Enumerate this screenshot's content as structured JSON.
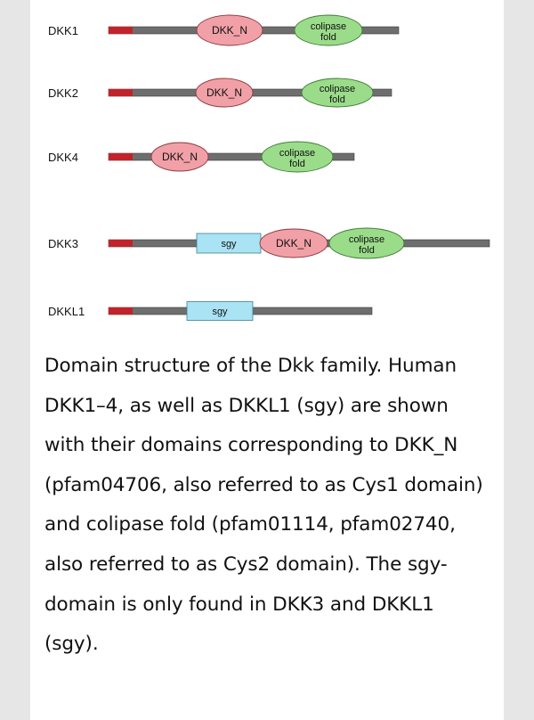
{
  "diagram": {
    "proteins": [
      {
        "name": "DKK1",
        "domains": [
          {
            "kind": "dkk_n",
            "label": "DKK_N"
          },
          {
            "kind": "colipase",
            "label": "colipase",
            "label2": "fold"
          }
        ]
      },
      {
        "name": "DKK2",
        "domains": [
          {
            "kind": "dkk_n",
            "label": "DKK_N"
          },
          {
            "kind": "colipase",
            "label": "colipase",
            "label2": "fold"
          }
        ]
      },
      {
        "name": "DKK4",
        "domains": [
          {
            "kind": "dkk_n",
            "label": "DKK_N"
          },
          {
            "kind": "colipase",
            "label": "colipase",
            "label2": "fold"
          }
        ]
      },
      {
        "name": "DKK3",
        "domains": [
          {
            "kind": "sgy",
            "label": "sgy"
          },
          {
            "kind": "dkk_n",
            "label": "DKK_N"
          },
          {
            "kind": "colipase",
            "label": "colipase",
            "label2": "fold"
          }
        ]
      },
      {
        "name": "DKKL1",
        "domains": [
          {
            "kind": "sgy",
            "label": "sgy"
          }
        ]
      }
    ],
    "colors": {
      "backbone": "#6e6e6e",
      "signal_peptide": "#c2232a",
      "dkk_n": "#f0a0a6",
      "colipase": "#9bdc8a",
      "sgy": "#a9e3f4"
    }
  },
  "caption": "Domain structure of the Dkk family. Human DKK1–4, as well as DKKL1 (sgy) are shown with their domains corresponding to DKK_N (pfam04706, also referred to as Cys1 domain) and colipase fold (pfam01114, pfam02740, also referred to as Cys2 domain). The sgy-domain is only found in DKK3 and DKKL1 (sgy)."
}
